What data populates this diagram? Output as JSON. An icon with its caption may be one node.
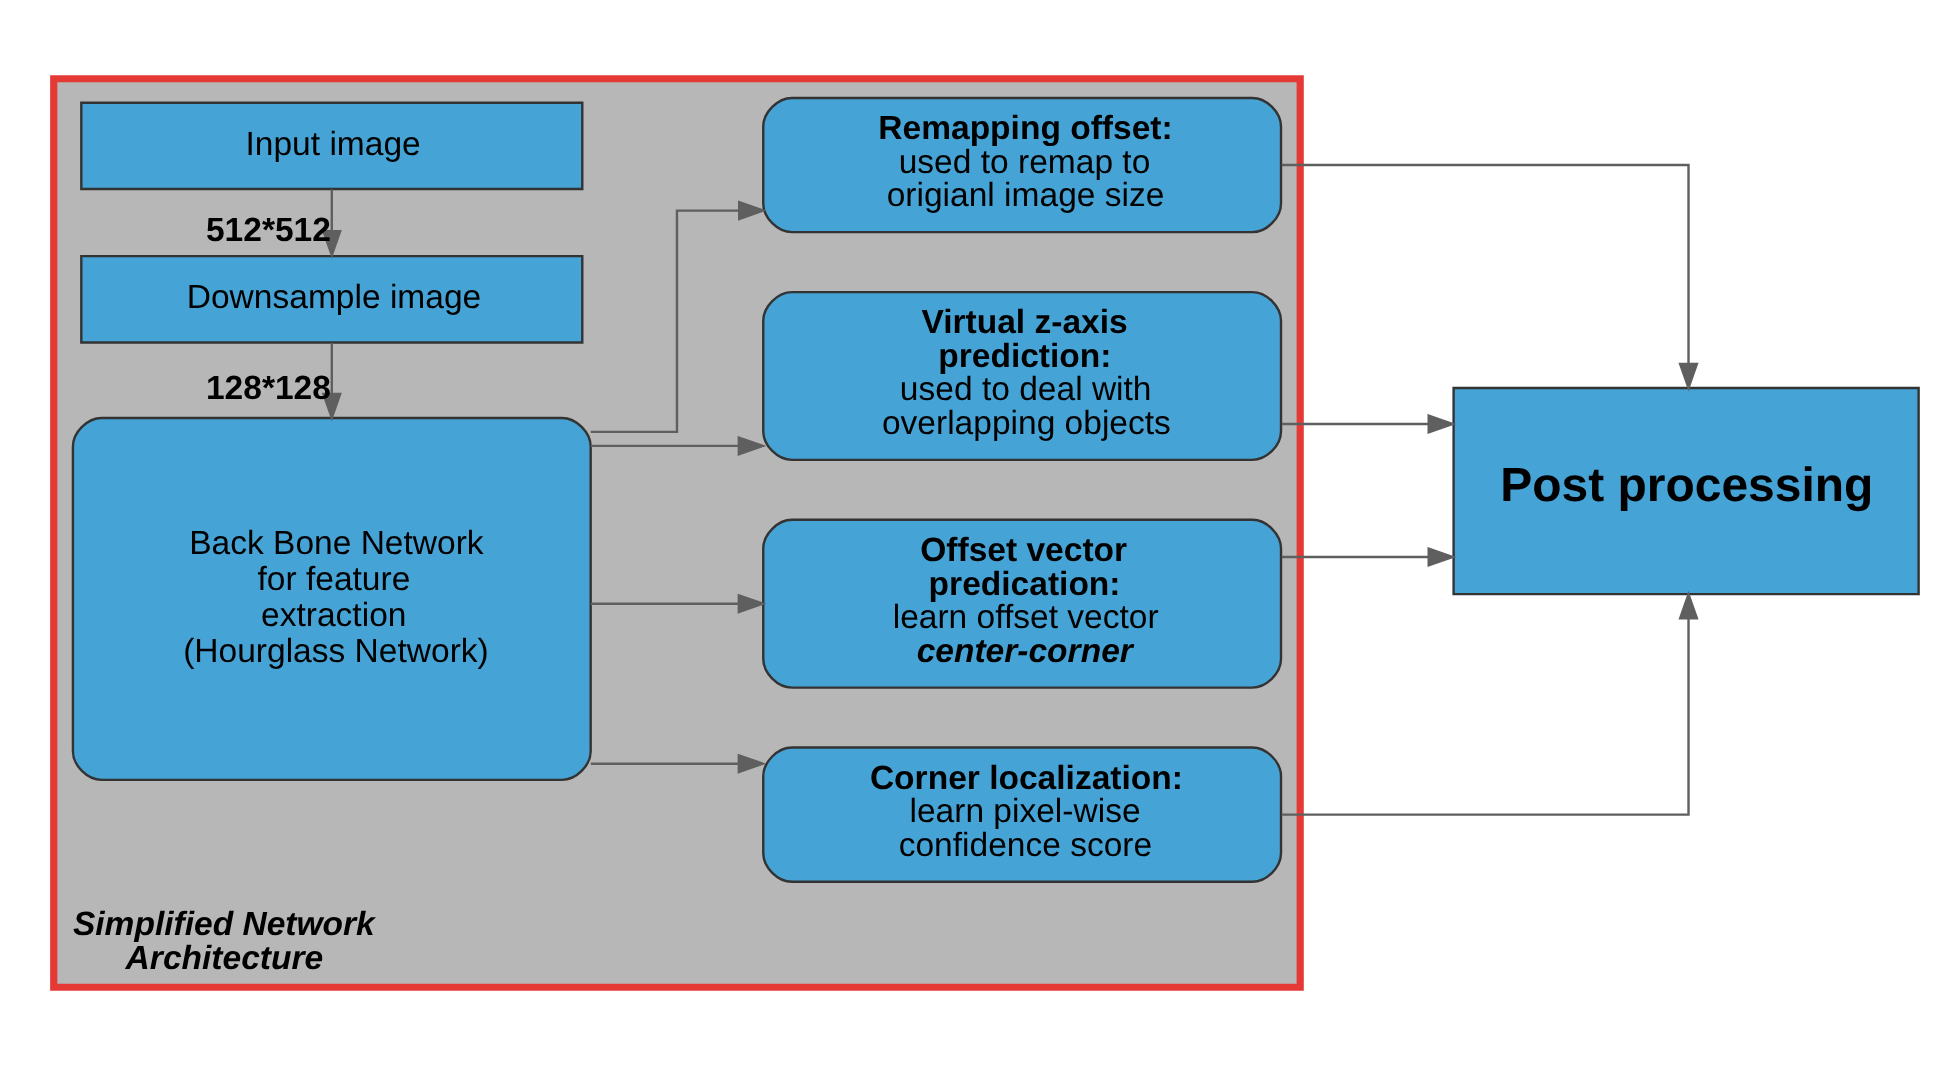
{
  "diagram": {
    "nodes": [
      {
        "text": [
          "Simplified Network Architecture"
        ]
      },
      {
        "text": [
          "Input image"
        ],
        "in": 0
      },
      {
        "text": [
          "Downsample image"
        ],
        "in": 0
      },
      {
        "text": [
          "Back Bone Network for feature extraction (Hourglass Network)"
        ],
        "in": 0
      },
      {
        "text": [
          "Corner localization:",
          "learn pixel-wise confidence score"
        ],
        "in": 0
      },
      {
        "text": [
          "Offset vector predication:",
          "learn offset vector",
          "center-corner"
        ],
        "in": 0
      },
      {
        "text": [
          "Virtual z-axis prediction:",
          "used to deal with overlapping objects"
        ],
        "in": 0
      },
      {
        "text": [
          "Remapping offset:",
          "used to remap to origianl image size"
        ],
        "in": 0
      },
      {
        "text": [
          "Post processing"
        ]
      }
    ],
    "edges": [
      {
        "from": 1,
        "to": 2,
        "arrow": "to",
        "label": "512*512"
      },
      {
        "from": 2,
        "to": 3,
        "arrow": "to",
        "label": "128*128"
      },
      {
        "from": 3,
        "to": 4,
        "arrow": "to"
      },
      {
        "from": 3,
        "to": 5,
        "arrow": "to"
      },
      {
        "from": 3,
        "to": 6,
        "arrow": "to"
      },
      {
        "from": 3,
        "to": 7,
        "arrow": "to"
      },
      {
        "from": 4,
        "to": 8,
        "arrow": "to"
      },
      {
        "from": 5,
        "to": 8,
        "arrow": "to"
      },
      {
        "from": 6,
        "to": 8,
        "arrow": "to"
      },
      {
        "from": 7,
        "to": 8,
        "arrow": "to"
      }
    ]
  }
}
